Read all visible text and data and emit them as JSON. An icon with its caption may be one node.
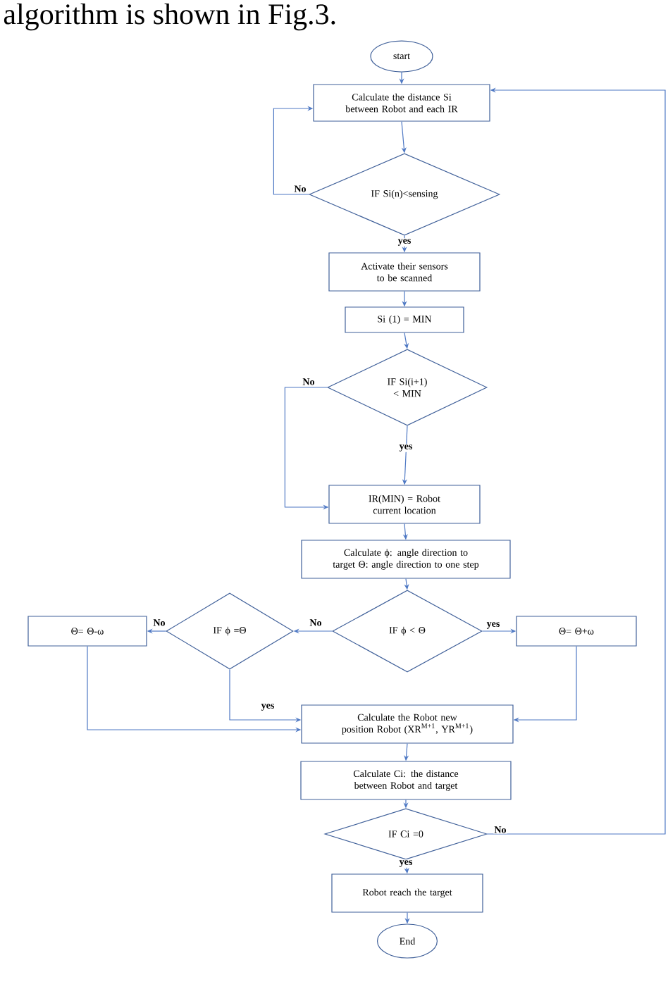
{
  "diagram": {
    "nodes": [
      {
        "text": [
          "start"
        ]
      },
      {
        "text": [
          "Calculate the distance Si between Robot and each IR"
        ]
      },
      {
        "text": [
          "IF Si(n)<sensing"
        ]
      },
      {
        "text": [
          "Activate their sensors to be scanned"
        ]
      },
      {
        "text": [
          "Si (1) = MIN"
        ]
      },
      {
        "text": [
          "IF Si(i+1) < MIN"
        ]
      },
      {
        "text": [
          "IR(MIN) = Robot current location"
        ]
      },
      {
        "text": [
          "Calculate ϕ: angle direction to target Θ: angle direction to one step"
        ]
      },
      {
        "text": [
          "IF ϕ < Θ"
        ]
      },
      {
        "text": [
          "IF ϕ =Θ"
        ]
      },
      {
        "text": [
          "Θ= Θ-ω"
        ]
      },
      {
        "text": [
          "Θ= Θ+ω"
        ]
      },
      {
        "text": [
          "Calculate the Robot new position Robot (XR$^{M+1}$, YR$^{M+1}$)"
        ]
      },
      {
        "text": [
          "Calculate Ci: the distance between Robot and target"
        ]
      },
      {
        "text": [
          "IF Ci =0"
        ]
      },
      {
        "text": [
          "Robot reach the target"
        ]
      },
      {
        "text": [
          "End"
        ]
      }
    ],
    "edges": [
      {
        "from": 0,
        "to": 1,
        "arrow": "to"
      },
      {
        "from": 1,
        "to": 2,
        "arrow": "to"
      },
      {
        "from": 2,
        "to": 1,
        "arrow": "to",
        "label": "No"
      },
      {
        "from": 2,
        "to": 3,
        "arrow": "to",
        "label": "yes"
      },
      {
        "from": 3,
        "to": 4,
        "arrow": "to"
      },
      {
        "from": 4,
        "to": 5,
        "arrow": "to"
      },
      {
        "from": 5,
        "to": 6,
        "arrow": "to",
        "label": "No"
      },
      {
        "from": 5,
        "to": 6,
        "arrow": "to",
        "label": "yes"
      },
      {
        "from": 6,
        "to": 7,
        "arrow": "to"
      },
      {
        "from": 7,
        "to": 8,
        "arrow": "to"
      },
      {
        "from": 8,
        "to": 9,
        "arrow": "to",
        "label": "No"
      },
      {
        "from": 8,
        "to": 11,
        "arrow": "to",
        "label": "yes"
      },
      {
        "from": 9,
        "to": 10,
        "arrow": "to",
        "label": "No"
      },
      {
        "from": 9,
        "to": 12,
        "arrow": "to",
        "label": "yes"
      },
      {
        "from": 10,
        "to": 12,
        "arrow": "to"
      },
      {
        "from": 11,
        "to": 12,
        "arrow": "to"
      },
      {
        "from": 12,
        "to": 13,
        "arrow": "to"
      },
      {
        "from": 13,
        "to": 14,
        "arrow": "to"
      },
      {
        "from": 14,
        "to": 15,
        "arrow": "to",
        "label": "yes"
      },
      {
        "from": 14,
        "to": 1,
        "arrow": "to",
        "label": "No"
      },
      {
        "from": 15,
        "to": 16,
        "arrow": "to"
      }
    ],
    "labels": [
      "algorithm is shown in Fig.3."
    ]
  }
}
